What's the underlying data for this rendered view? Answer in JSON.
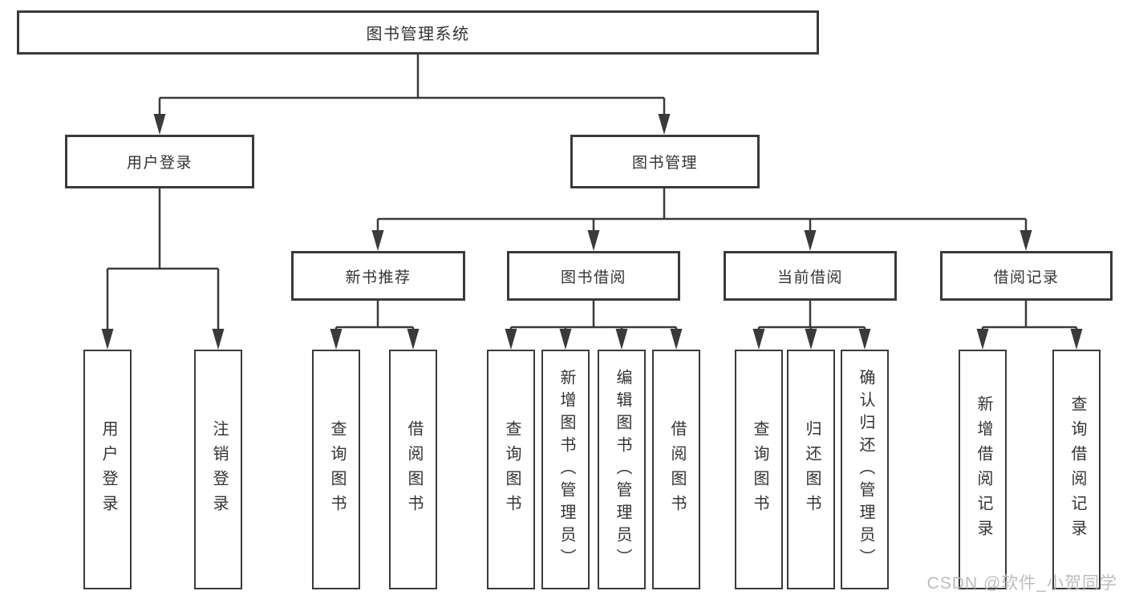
{
  "diagram": {
    "root": {
      "label": "图书管理系统"
    },
    "level2": [
      {
        "id": "user-login",
        "label": "用户登录"
      },
      {
        "id": "book-management",
        "label": "图书管理"
      }
    ],
    "level3": [
      {
        "id": "new-book-recommend",
        "label": "新书推荐"
      },
      {
        "id": "book-borrow",
        "label": "图书借阅"
      },
      {
        "id": "current-borrow",
        "label": "当前借阅"
      },
      {
        "id": "borrow-records",
        "label": "借阅记录"
      }
    ],
    "leaves": [
      {
        "id": "user-login-action",
        "label": "用户登录"
      },
      {
        "id": "logout-action",
        "label": "注销登录"
      },
      {
        "id": "query-books-recommend",
        "label": "查询图书"
      },
      {
        "id": "borrow-books-recommend",
        "label": "借阅图书"
      },
      {
        "id": "query-books-borrow",
        "label": "查询图书"
      },
      {
        "id": "add-books-admin",
        "label": "新增图书（管理员）"
      },
      {
        "id": "edit-books-admin",
        "label": "编辑图书（管理员）"
      },
      {
        "id": "borrow-books-borrow",
        "label": "借阅图书"
      },
      {
        "id": "query-books-current",
        "label": "查询图书"
      },
      {
        "id": "return-books",
        "label": "归还图书"
      },
      {
        "id": "confirm-return-admin",
        "label": "确认归还（管理员）"
      },
      {
        "id": "add-borrow-record",
        "label": "新增借阅记录"
      },
      {
        "id": "query-borrow-record",
        "label": "查询借阅记录"
      }
    ]
  },
  "watermark": {
    "text": "CSDN @软件_小贺同学"
  },
  "colors": {
    "line": "#3a3a3a",
    "box_border": "#3a3a3a",
    "box_background": "#ffffff",
    "text": "#333333",
    "watermark": "#b5b5b5"
  }
}
